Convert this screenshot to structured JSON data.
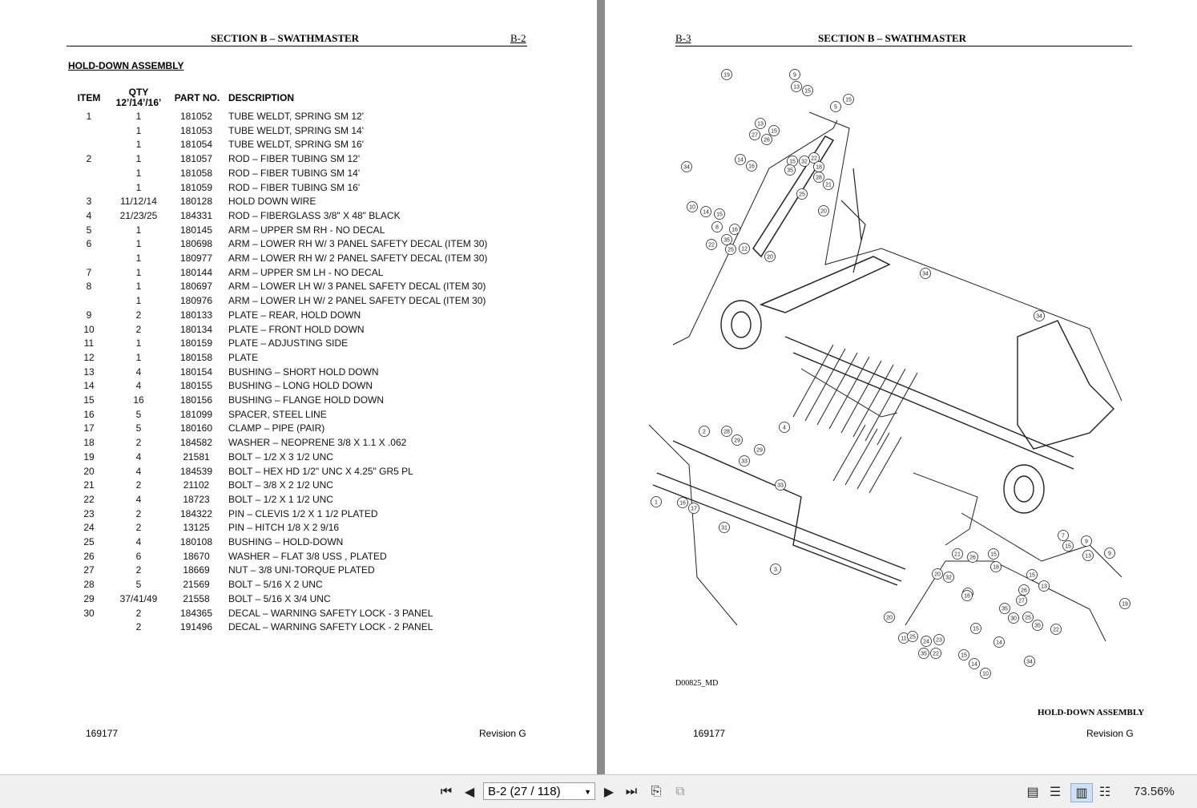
{
  "left_page": {
    "section_title": "SECTION B – SWATHMASTER",
    "page_number": "B-2",
    "assembly_title": "HOLD-DOWN ASSEMBLY",
    "headers": {
      "item": "ITEM",
      "qty": "QTY",
      "qty_sub": "12’/14’/16’",
      "part": "PART NO.",
      "desc": "DESCRIPTION"
    },
    "rows": [
      {
        "item": "1",
        "qty": "1",
        "part": "181052",
        "desc": "TUBE WELDT, SPRING SM 12'"
      },
      {
        "item": "",
        "qty": "1",
        "part": "181053",
        "desc": "TUBE WELDT, SPRING SM 14'"
      },
      {
        "item": "",
        "qty": "1",
        "part": "181054",
        "desc": "TUBE WELDT, SPRING SM 16'"
      },
      {
        "item": "2",
        "qty": "1",
        "part": "181057",
        "desc": "ROD – FIBER TUBING SM 12'"
      },
      {
        "item": "",
        "qty": "1",
        "part": "181058",
        "desc": "ROD – FIBER TUBING SM 14'"
      },
      {
        "item": "",
        "qty": "1",
        "part": "181059",
        "desc": "ROD – FIBER TUBING SM 16'"
      },
      {
        "item": "3",
        "qty": "11/12/14",
        "part": "180128",
        "desc": "HOLD DOWN WIRE"
      },
      {
        "item": "4",
        "qty": "21/23/25",
        "part": "184331",
        "desc": "ROD – FIBERGLASS 3/8\" X 48\" BLACK"
      },
      {
        "item": "5",
        "qty": "1",
        "part": "180145",
        "desc": "ARM – UPPER SM RH - NO DECAL"
      },
      {
        "item": "6",
        "qty": "1",
        "part": "180698",
        "desc": "ARM – LOWER RH W/ 3 PANEL SAFETY DECAL (ITEM 30)"
      },
      {
        "item": "",
        "qty": "1",
        "part": "180977",
        "desc": "ARM – LOWER RH W/ 2 PANEL SAFETY DECAL (ITEM 30)"
      },
      {
        "item": "7",
        "qty": "1",
        "part": "180144",
        "desc": "ARM – UPPER SM LH - NO DECAL"
      },
      {
        "item": "8",
        "qty": "1",
        "part": "180697",
        "desc": "ARM – LOWER LH W/ 3 PANEL SAFETY DECAL (ITEM 30)"
      },
      {
        "item": "",
        "qty": "1",
        "part": "180976",
        "desc": "ARM – LOWER LH W/ 2 PANEL SAFETY DECAL (ITEM 30)"
      },
      {
        "item": "9",
        "qty": "2",
        "part": "180133",
        "desc": "PLATE – REAR, HOLD DOWN"
      },
      {
        "item": "10",
        "qty": "2",
        "part": "180134",
        "desc": "PLATE – FRONT HOLD DOWN"
      },
      {
        "item": "11",
        "qty": "1",
        "part": "180159",
        "desc": "PLATE – ADJUSTING SIDE"
      },
      {
        "item": "12",
        "qty": "1",
        "part": "180158",
        "desc": "PLATE"
      },
      {
        "item": "13",
        "qty": "4",
        "part": "180154",
        "desc": "BUSHING – SHORT HOLD DOWN"
      },
      {
        "item": "14",
        "qty": "4",
        "part": "180155",
        "desc": "BUSHING – LONG HOLD DOWN"
      },
      {
        "item": "15",
        "qty": "16",
        "part": "180156",
        "desc": "BUSHING – FLANGE HOLD DOWN"
      },
      {
        "item": "16",
        "qty": "5",
        "part": "181099",
        "desc": "SPACER, STEEL LINE"
      },
      {
        "item": "17",
        "qty": "5",
        "part": "180160",
        "desc": "CLAMP – PIPE (PAIR)"
      },
      {
        "item": "18",
        "qty": "2",
        "part": "184582",
        "desc": "WASHER – NEOPRENE 3/8 X 1.1 X .062"
      },
      {
        "item": "19",
        "qty": "4",
        "part": "21581",
        "desc": "BOLT – 1/2 X 3 1/2 UNC"
      },
      {
        "item": "20",
        "qty": "4",
        "part": "184539",
        "desc": "BOLT – HEX HD 1/2\" UNC X 4.25\" GR5 PL"
      },
      {
        "item": "21",
        "qty": "2",
        "part": "21102",
        "desc": "BOLT – 3/8 X 2 1/2 UNC"
      },
      {
        "item": "22",
        "qty": "4",
        "part": "18723",
        "desc": "BOLT – 1/2 X 1 1/2 UNC"
      },
      {
        "item": "23",
        "qty": "2",
        "part": "184322",
        "desc": "PIN – CLEVIS 1/2 X 1 1/2 PLATED"
      },
      {
        "item": "24",
        "qty": "2",
        "part": "13125",
        "desc": "PIN – HITCH 1/8 X 2 9/16"
      },
      {
        "item": "25",
        "qty": "4",
        "part": "180108",
        "desc": "BUSHING – HOLD-DOWN"
      },
      {
        "item": "26",
        "qty": "6",
        "part": "18670",
        "desc": "WASHER – FLAT 3/8 USS , PLATED"
      },
      {
        "item": "27",
        "qty": "2",
        "part": "18669",
        "desc": "NUT – 3/8 UNI-TORQUE PLATED"
      },
      {
        "item": "28",
        "qty": "5",
        "part": "21569",
        "desc": "BOLT – 5/16 X 2 UNC"
      },
      {
        "item": "29",
        "qty": "37/41/49",
        "part": "21558",
        "desc": "BOLT – 5/16 X 3/4 UNC"
      },
      {
        "item": "30",
        "qty": "2",
        "part": "184365",
        "desc": "DECAL – WARNING SAFETY LOCK - 3 PANEL"
      },
      {
        "item": "",
        "qty": "2",
        "part": "191496",
        "desc": "DECAL – WARNING SAFETY LOCK - 2 PANEL"
      }
    ],
    "footer_doc": "169177",
    "footer_rev": "Revision G"
  },
  "right_page": {
    "page_number": "B-3",
    "section_title": "SECTION B – SWATHMASTER",
    "drawing_id": "D00825_MD",
    "caption": "HOLD-DOWN ASSEMBLY",
    "footer_doc": "169177",
    "footer_rev": "Revision G",
    "callouts": [
      "19",
      "9",
      "13",
      "15",
      "5",
      "15",
      "13",
      "15",
      "27",
      "26",
      "14",
      "16",
      "34",
      "22",
      "32",
      "15",
      "35",
      "18",
      "28",
      "21",
      "25",
      "20",
      "10",
      "14",
      "15",
      "8",
      "16",
      "22",
      "35",
      "25",
      "12",
      "20",
      "34",
      "34",
      "2",
      "28",
      "29",
      "29",
      "4",
      "33",
      "33",
      "1",
      "16",
      "17",
      "31",
      "3",
      "7",
      "15",
      "9",
      "13",
      "21",
      "26",
      "15",
      "18",
      "9",
      "20",
      "32",
      "15",
      "13",
      "16",
      "26",
      "27",
      "19",
      "35",
      "30",
      "25",
      "35",
      "22",
      "20",
      "11",
      "25",
      "24",
      "23",
      "16",
      "15",
      "14",
      "35",
      "22",
      "15",
      "34",
      "14",
      "10"
    ]
  },
  "toolbar": {
    "page_select": "B-2 (27 / 118)",
    "zoom": "73.56%",
    "icons": [
      "first-page-icon",
      "prev-page-icon",
      "next-page-icon",
      "last-page-icon",
      "rotate-icon",
      "copy-icon",
      "single-page-icon",
      "continuous-icon",
      "facing-icon",
      "facing-continuous-icon"
    ]
  }
}
